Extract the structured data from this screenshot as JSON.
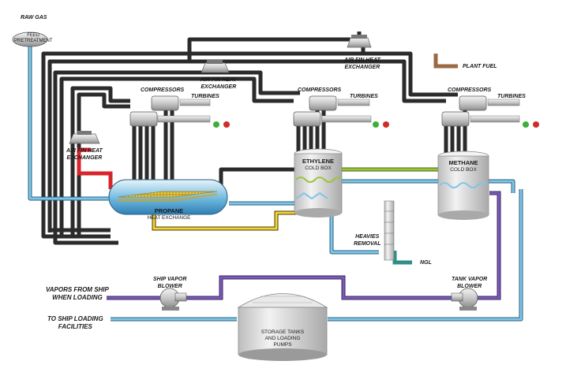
{
  "labels": {
    "raw_gas": "RAW GAS",
    "feed_pretreatment_1": "FEED",
    "feed_pretreatment_2": "PRETREATMENT",
    "plant_fuel": "PLANT FUEL",
    "air_fin_top_1": "AIR FIN HEAT",
    "air_fin_top_2": "EXCHANGER",
    "air_fin_mid_1": "AIR FIN HEAT",
    "air_fin_mid_2": "EXCHANGER",
    "air_fin_left_1": "AIR FIN HEAT",
    "air_fin_left_2": "EXCHANGER",
    "compressors_1": "COMPRESSORS",
    "compressors_2": "COMPRESSORS",
    "compressors_3": "COMPRESSORS",
    "turbines_1": "TURBINES",
    "turbines_2": "TURBINES",
    "turbines_3": "TURBINES",
    "heavies_removal_1": "HEAVIES",
    "heavies_removal_2": "REMOVAL",
    "ngl": "NGL",
    "ship_vapor_blower_1": "SHIP VAPOR",
    "ship_vapor_blower_2": "BLOWER",
    "tank_vapor_blower_1": "TANK VAPOR",
    "tank_vapor_blower_2": "BLOWER",
    "vapors_from_ship_1": "VAPORS FROM SHIP",
    "vapors_from_ship_2": "WHEN LOADING",
    "to_ship_loading_1": "TO SHIP LOADING",
    "to_ship_loading_2": "FACILITIES",
    "storage_tanks_1": "STORAGE TANKS",
    "storage_tanks_2": "AND LOADING",
    "storage_tanks_3": "PUMPS"
  },
  "units": {
    "propane_title": "PROPANE",
    "propane_sub": "HEAT EXCHANGE",
    "ethylene_title": "ETHYLENE",
    "ethylene_sub": "COLD BOX",
    "methane_title": "METHANE",
    "methane_sub": "COLD BOX"
  },
  "colors": {
    "pipe_dark": "#2b2b2b",
    "pipe_blue": "#7fc6e6",
    "pipe_red": "#d6262b",
    "pipe_yellow": "#f0d23a",
    "pipe_green": "#9bc43c",
    "pipe_purple": "#6a4fa0",
    "pipe_brown": "#9a6a44",
    "pipe_teal": "#2e8f8a",
    "indicator_green": "#3fae3a",
    "indicator_red": "#d32a2a"
  }
}
